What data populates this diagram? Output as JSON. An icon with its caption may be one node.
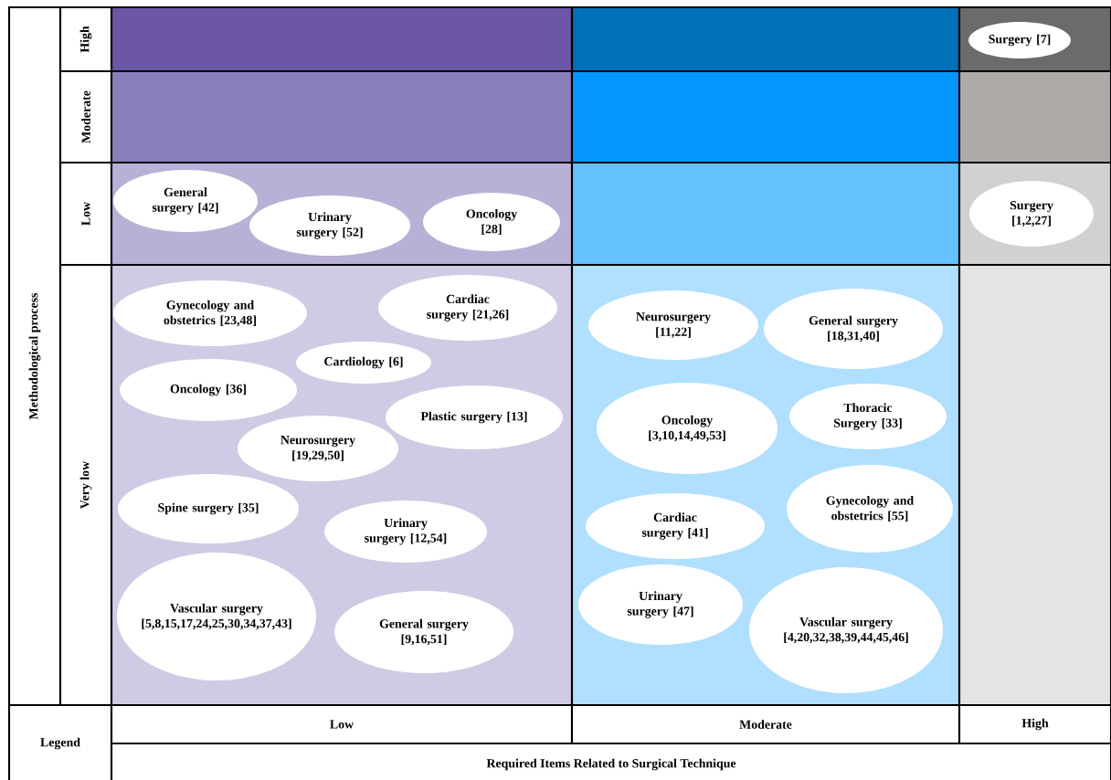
{
  "diagram": {
    "nodes": [
      {
        "text": [
          "Methodological process"
        ]
      },
      {
        "text": [
          "High"
        ]
      },
      {
        "text": [],
        "shape": "box"
      },
      {
        "text": [],
        "shape": "box"
      },
      {
        "text": [],
        "shape": "box"
      },
      {
        "text": [
          "Surgery [7]"
        ],
        "in": 4
      },
      {
        "text": [
          "Moderate"
        ]
      },
      {
        "text": [],
        "shape": "box"
      },
      {
        "text": [],
        "shape": "box"
      },
      {
        "text": [],
        "shape": "box"
      },
      {
        "text": [
          "Low"
        ]
      },
      {
        "text": [],
        "shape": "box"
      },
      {
        "text": [
          "General surgery [42]"
        ],
        "in": 11
      },
      {
        "text": [
          "Urinary surgery [52]"
        ],
        "in": 11
      },
      {
        "text": [
          "Oncology [28]"
        ],
        "in": 11
      },
      {
        "text": [],
        "shape": "box"
      },
      {
        "text": [],
        "shape": "box"
      },
      {
        "text": [
          "Surgery [1,2,27]"
        ],
        "in": 16
      },
      {
        "text": [
          "Very low"
        ]
      },
      {
        "text": [],
        "shape": "box"
      },
      {
        "text": [
          "Gynecology and obstetrics [23,48]"
        ],
        "in": 19
      },
      {
        "text": [
          "Cardiac surgery [21,26]"
        ],
        "in": 19
      },
      {
        "text": [
          "Cardiology [6]"
        ],
        "in": 19
      },
      {
        "text": [
          "Oncology [36]"
        ],
        "in": 19
      },
      {
        "text": [
          "Plastic surgery [13]"
        ],
        "in": 19
      },
      {
        "text": [
          "Neurosurgery [19,29,50]"
        ],
        "in": 19
      },
      {
        "text": [
          "Spine surgery [35]"
        ],
        "in": 19
      },
      {
        "text": [
          "Urinary surgery [12,54]"
        ],
        "in": 19
      },
      {
        "text": [
          "Vascular surgery [5,8,15,17,24,25,30,34,37,43]"
        ],
        "in": 19
      },
      {
        "text": [
          "General surgery [9,16,51]"
        ],
        "in": 19
      },
      {
        "text": [],
        "shape": "box"
      },
      {
        "text": [
          "Neurosurgery [11,22]"
        ],
        "in": 30
      },
      {
        "text": [
          "General surgery [18,31,40]"
        ],
        "in": 30
      },
      {
        "text": [
          "Oncology [3,10,14,49,53]"
        ],
        "in": 30
      },
      {
        "text": [
          "Thoracic Surgery [33]"
        ],
        "in": 30
      },
      {
        "text": [
          "Cardiac surgery [41]"
        ],
        "in": 30
      },
      {
        "text": [
          "Gynecology and obstetrics [55]"
        ],
        "in": 30
      },
      {
        "text": [
          "Urinary surgery [47]"
        ],
        "in": 30
      },
      {
        "text": [
          "Vascular surgery [4,20,32,38,39,44,45,46]"
        ],
        "in": 30
      },
      {
        "text": [],
        "shape": "box"
      },
      {
        "text": [
          "Legend"
        ]
      },
      {
        "text": [
          "Low"
        ]
      },
      {
        "text": [
          "Moderate"
        ]
      },
      {
        "text": [
          "High"
        ]
      },
      {
        "text": [
          "Required Items Related to Surgical Technique"
        ]
      }
    ]
  }
}
